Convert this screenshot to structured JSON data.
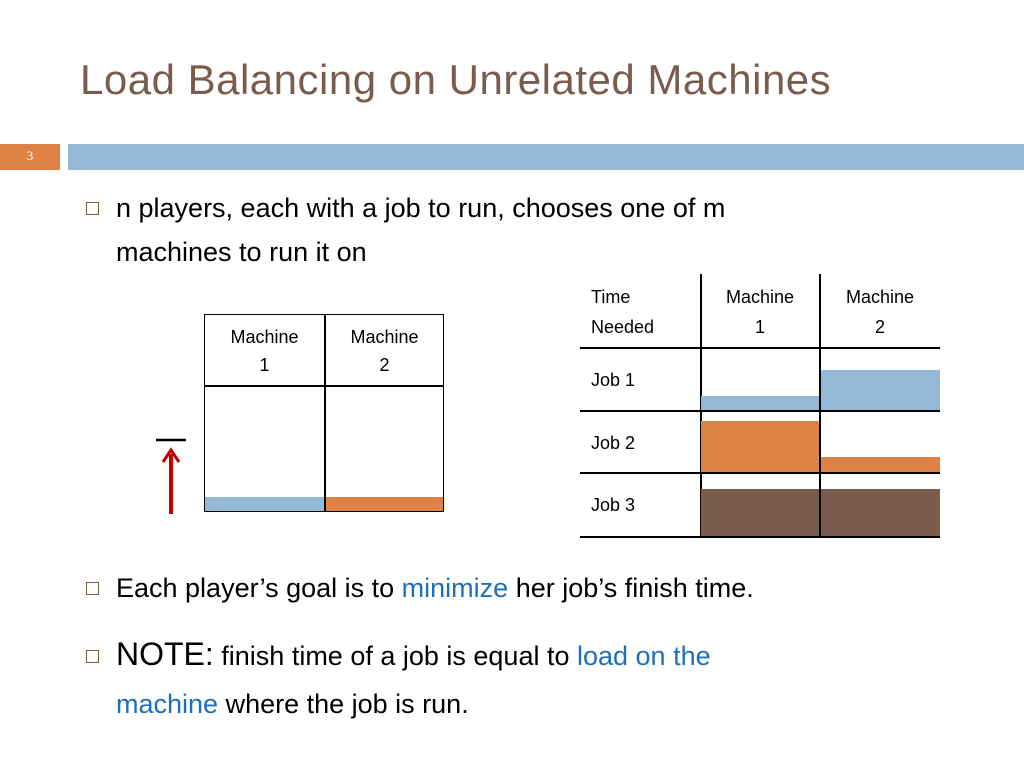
{
  "slide": {
    "title": "Load Balancing on Unrelated Machines",
    "number": "3"
  },
  "bullets": [
    {
      "line1": "n players, each with a job to run, chooses one of m",
      "line2": "machines to run it on"
    },
    {
      "pre": "Each player’s goal is to ",
      "highlight": "minimize",
      "post": " her job’s finish time."
    },
    {
      "lead": "NOTE:",
      "pre": " finish time of a job is equal to ",
      "highlight1": "load on the",
      "highlight2": "machine",
      "post": " where the job is run."
    }
  ],
  "left_table": {
    "headers": [
      {
        "line1": "Machine",
        "line2": "1"
      },
      {
        "line1": "Machine",
        "line2": "2"
      }
    ]
  },
  "right_table": {
    "header": {
      "line1": "Time",
      "line2": "Needed"
    },
    "machines": [
      {
        "line1": "Machine",
        "line2": "1"
      },
      {
        "line1": "Machine",
        "line2": "2"
      }
    ],
    "rows": [
      {
        "label": "Job 1"
      },
      {
        "label": "Job 2"
      },
      {
        "label": "Job 3"
      }
    ]
  },
  "colors": {
    "title": "#7a5c4d",
    "accent_orange": "#df8245",
    "accent_blue": "#93b8d8",
    "accent_brown": "#7a5c4d",
    "highlight_text": "#1f6fb8",
    "arrow": "#c00000"
  },
  "icons": [
    "square-bullet-icon",
    "up-arrow-icon"
  ]
}
